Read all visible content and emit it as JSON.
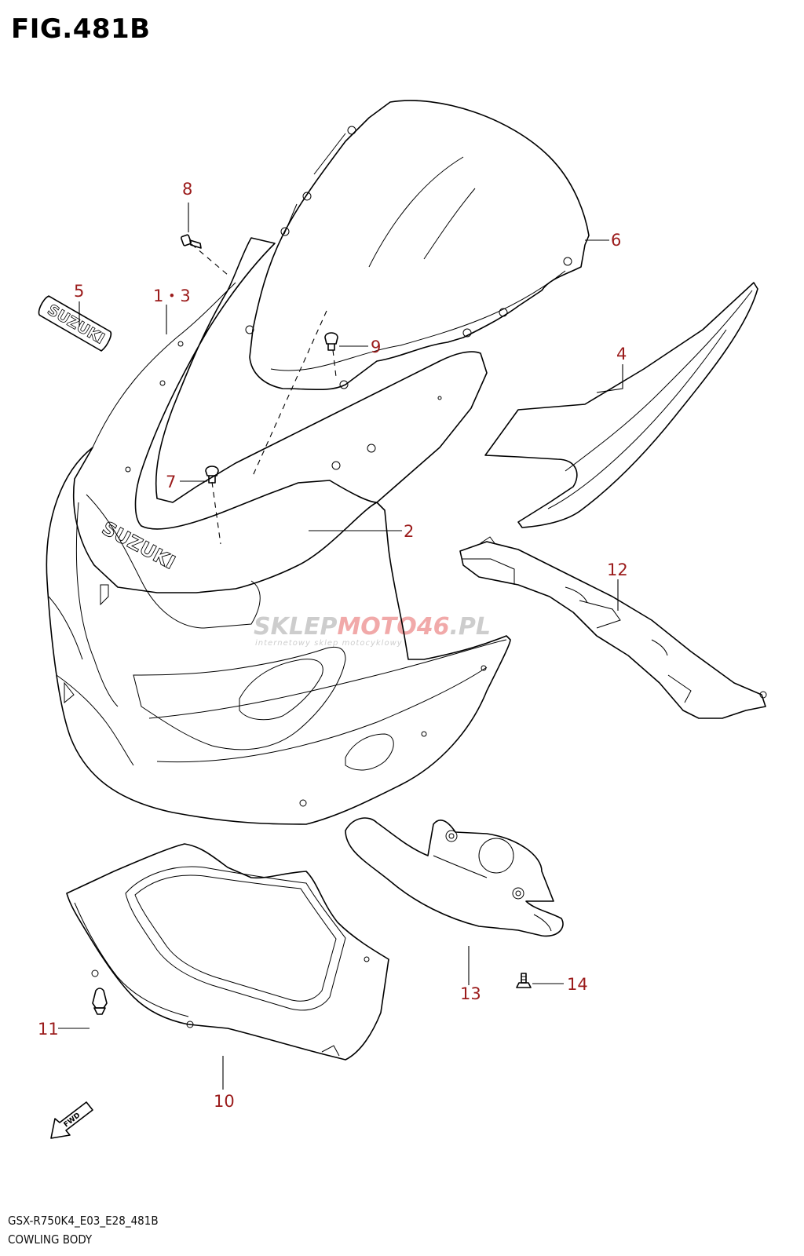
{
  "figure": {
    "title": "FIG.481B",
    "model_code": "GSX-R750K4_E03_E28_481B",
    "caption": "COWLING BODY"
  },
  "parts": [
    {
      "id": "p1",
      "label": "1・3"
    },
    {
      "id": "p2",
      "label": "2"
    },
    {
      "id": "p4",
      "label": "4"
    },
    {
      "id": "p5",
      "label": "5"
    },
    {
      "id": "p6",
      "label": "6"
    },
    {
      "id": "p7",
      "label": "7"
    },
    {
      "id": "p8",
      "label": "8"
    },
    {
      "id": "p9",
      "label": "9"
    },
    {
      "id": "p10",
      "label": "10"
    },
    {
      "id": "p11",
      "label": "11"
    },
    {
      "id": "p12",
      "label": "12"
    },
    {
      "id": "p13",
      "label": "13"
    },
    {
      "id": "p14",
      "label": "14"
    }
  ],
  "emblems": {
    "decal_text": "SUZUKI",
    "fwd_text": "FWD"
  },
  "watermark": {
    "brand_a": "SKLEP",
    "brand_b": "MOTO",
    "brand_c": "46",
    "brand_d": ".PL",
    "tagline": "internetowy sklep motocyklowy"
  },
  "colors": {
    "label": "#9b1b1b",
    "line": "#000000",
    "watermark_grey": "#c8c8c8",
    "watermark_red": "#f0a0a0"
  }
}
